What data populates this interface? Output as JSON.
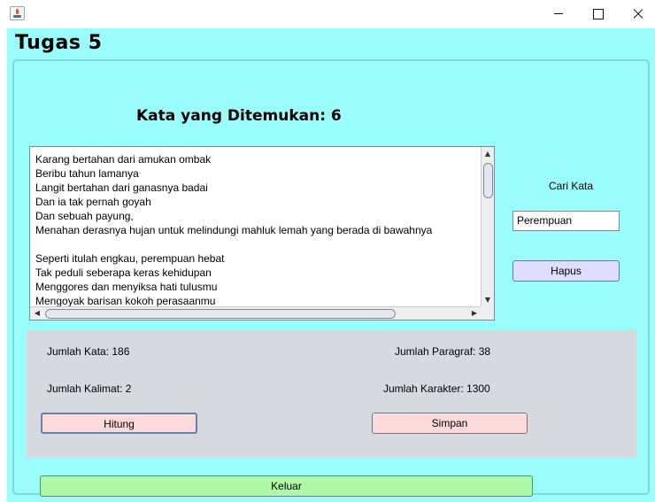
{
  "window": {
    "icon": "java-app-icon"
  },
  "app": {
    "title": "Tugas 5"
  },
  "found": {
    "label": "Kata yang Ditemukan: 6"
  },
  "textarea": {
    "lines": [
      "Karang bertahan dari amukan ombak",
      "Beribu tahun lamanya",
      "Langit bertahan dari ganasnya badai",
      "Dan ia tak pernah goyah",
      "Dan sebuah payung,",
      "Menahan derasnya hujan untuk melindungi mahluk lemah yang berada di bawahnya",
      "",
      "Seperti itulah engkau, perempuan hebat",
      "Tak peduli seberapa keras kehidupan",
      "Menggores dan menyiksa hati tulusmu",
      "Mengoyak barisan kokoh perasaanmu"
    ]
  },
  "search": {
    "label": "Cari Kata",
    "value": "Perempuan",
    "button": "Hapus"
  },
  "stats": {
    "jumlah_kata": "Jumlah Kata: 186",
    "jumlah_paragraf": "Jumlah Paragraf: 38",
    "jumlah_kalimat": "Jumlah Kalimat: 2",
    "jumlah_karakter": "Jumlah Karakter: 1300"
  },
  "buttons": {
    "hitung": "Hitung",
    "simpan": "Simpan",
    "keluar": "Keluar"
  },
  "colors": {
    "background": "#9bfdfb",
    "stats_panel": "#d6d9de",
    "hapus_button": "#e0deff",
    "hitung_simpan_button": "#ffdada",
    "keluar_button": "#aef9a7"
  }
}
